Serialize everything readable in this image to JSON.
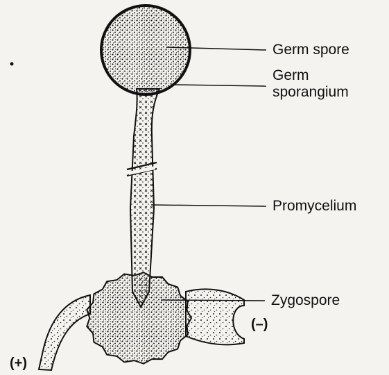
{
  "diagram": {
    "labels": {
      "germ_spore": "Germ spore",
      "germ_sporangium_line1": "Germ",
      "germ_sporangium_line2": "sporangium",
      "promycelium": "Promycelium",
      "zygospore": "Zygospore"
    },
    "signs": {
      "plus": "(+)",
      "minus": "(–)"
    },
    "colors": {
      "ink": "#111111",
      "paper": "#f4f3ef",
      "stipple": "#2a2a2a"
    }
  }
}
